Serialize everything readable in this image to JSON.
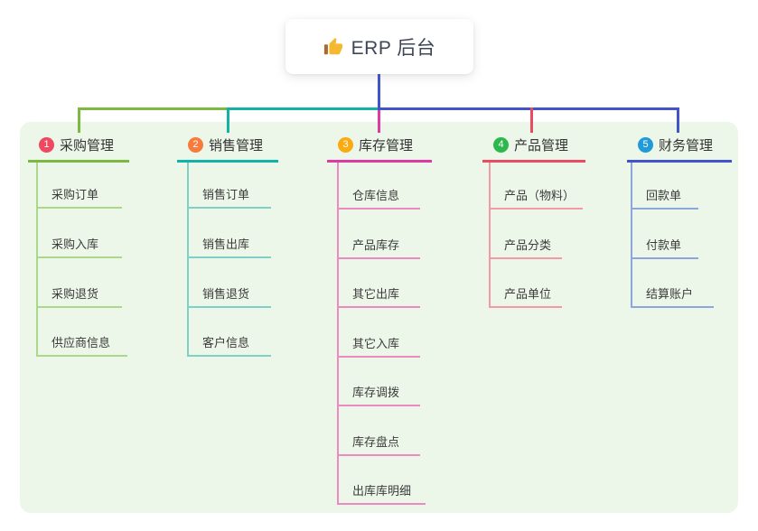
{
  "root": {
    "label": "ERP 后台",
    "icon": "thumbs-up"
  },
  "colors": {
    "root_connector": "#4353c9",
    "panel_bg": "#edf7e9",
    "title_text": "#333333",
    "child_text": "#3b3b3b"
  },
  "branches": [
    {
      "num": "1",
      "title": "采购管理",
      "badge_color": "#ef4861",
      "line_color": "#7cb940",
      "child_line_color": "#abd88b",
      "children": [
        "采购订单",
        "采购入库",
        "采购退货",
        "供应商信息"
      ]
    },
    {
      "num": "2",
      "title": "销售管理",
      "badge_color": "#f67b3d",
      "line_color": "#12b2a6",
      "child_line_color": "#7fd1c8",
      "children": [
        "销售订单",
        "销售出库",
        "销售退货",
        "客户信息"
      ]
    },
    {
      "num": "3",
      "title": "库存管理",
      "badge_color": "#f9ab11",
      "line_color": "#dd3aa2",
      "child_line_color": "#ee8ac2",
      "children": [
        "仓库信息",
        "产品库存",
        "其它出库",
        "其它入库",
        "库存调拨",
        "库存盘点",
        "出库库明细"
      ]
    },
    {
      "num": "4",
      "title": "产品管理",
      "badge_color": "#2db84d",
      "line_color": "#e94b60",
      "child_line_color": "#f29aa6",
      "children": [
        "产品（物料）",
        "产品分类",
        "产品单位"
      ]
    },
    {
      "num": "5",
      "title": "财务管理",
      "badge_color": "#209bd8",
      "line_color": "#4353c9",
      "child_line_color": "#8ea6de",
      "children": [
        "回款单",
        "付款单",
        "结算账户"
      ]
    }
  ]
}
